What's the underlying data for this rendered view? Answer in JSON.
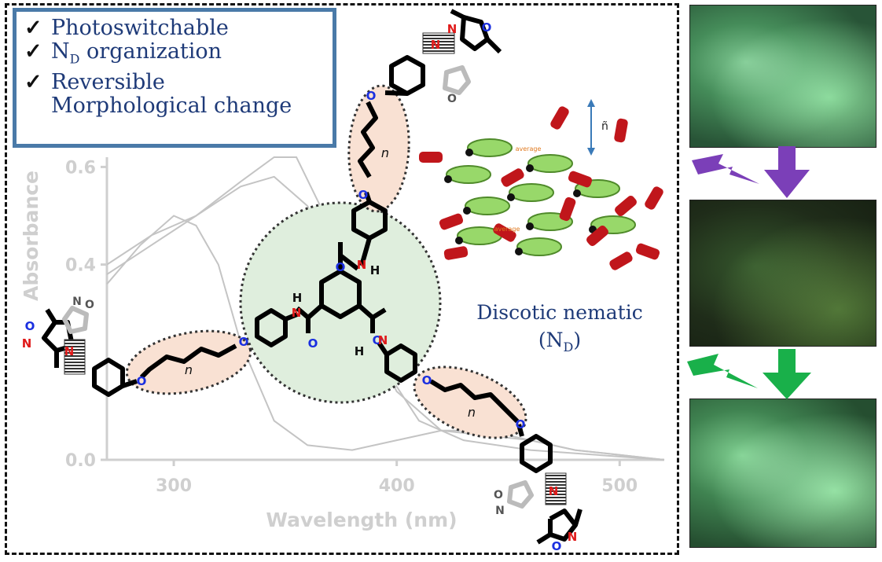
{
  "features": {
    "check_icon": "✓",
    "items": [
      {
        "text": "Photoswitchable"
      },
      {
        "text_prefix": "N",
        "subscript": "D",
        "text_suffix": " organization"
      },
      {
        "text": "Reversible Morphological change"
      }
    ]
  },
  "phase_label": {
    "line1": "Discotic nematic",
    "prefix": "(N",
    "subscript": "D",
    "suffix": ")"
  },
  "chart_data": {
    "type": "line",
    "xlabel": "Wavelength (nm)",
    "ylabel": "Absorbance",
    "xticks": [
      "300",
      "400",
      "500"
    ],
    "yticks": [
      "0.0",
      "0.4",
      "0.6"
    ],
    "xlim": [
      270,
      520
    ],
    "ylim": [
      0,
      0.62
    ],
    "series": [
      {
        "x": [
          270,
          285,
          300,
          310,
          320,
          330,
          345,
          360,
          380,
          400,
          420,
          440,
          460,
          480,
          500,
          520
        ],
        "y": [
          0.36,
          0.44,
          0.5,
          0.48,
          0.4,
          0.24,
          0.08,
          0.03,
          0.02,
          0.04,
          0.06,
          0.06,
          0.04,
          0.02,
          0.01,
          0.0
        ]
      },
      {
        "x": [
          270,
          290,
          310,
          330,
          345,
          360,
          380,
          400,
          420,
          440,
          460,
          480,
          500,
          520
        ],
        "y": [
          0.4,
          0.46,
          0.5,
          0.56,
          0.58,
          0.52,
          0.32,
          0.14,
          0.06,
          0.05,
          0.04,
          0.02,
          0.01,
          0.0
        ]
      },
      {
        "x": [
          270,
          290,
          310,
          330,
          345,
          355,
          370,
          390,
          410,
          430,
          460,
          490,
          520
        ],
        "y": [
          0.38,
          0.44,
          0.5,
          0.57,
          0.62,
          0.62,
          0.48,
          0.22,
          0.08,
          0.04,
          0.02,
          0.01,
          0.0
        ]
      }
    ]
  },
  "molecule": {
    "atom_O": "O",
    "atom_N": "N",
    "atom_H": "H",
    "chain_n": "n"
  },
  "packing": {
    "axis_label": "ñ",
    "tag": "average"
  },
  "arrows": {
    "uv_color": "#7b3fb8",
    "vis_color": "#19b04a"
  },
  "colors": {
    "box_border": "#4a7aa8",
    "text_blue": "#1e3a78",
    "core_fill": "#dfeedd",
    "chain_fill": "#f9e1d3",
    "atom_blue": "#1a2fe0",
    "atom_red": "#e01a1a"
  }
}
